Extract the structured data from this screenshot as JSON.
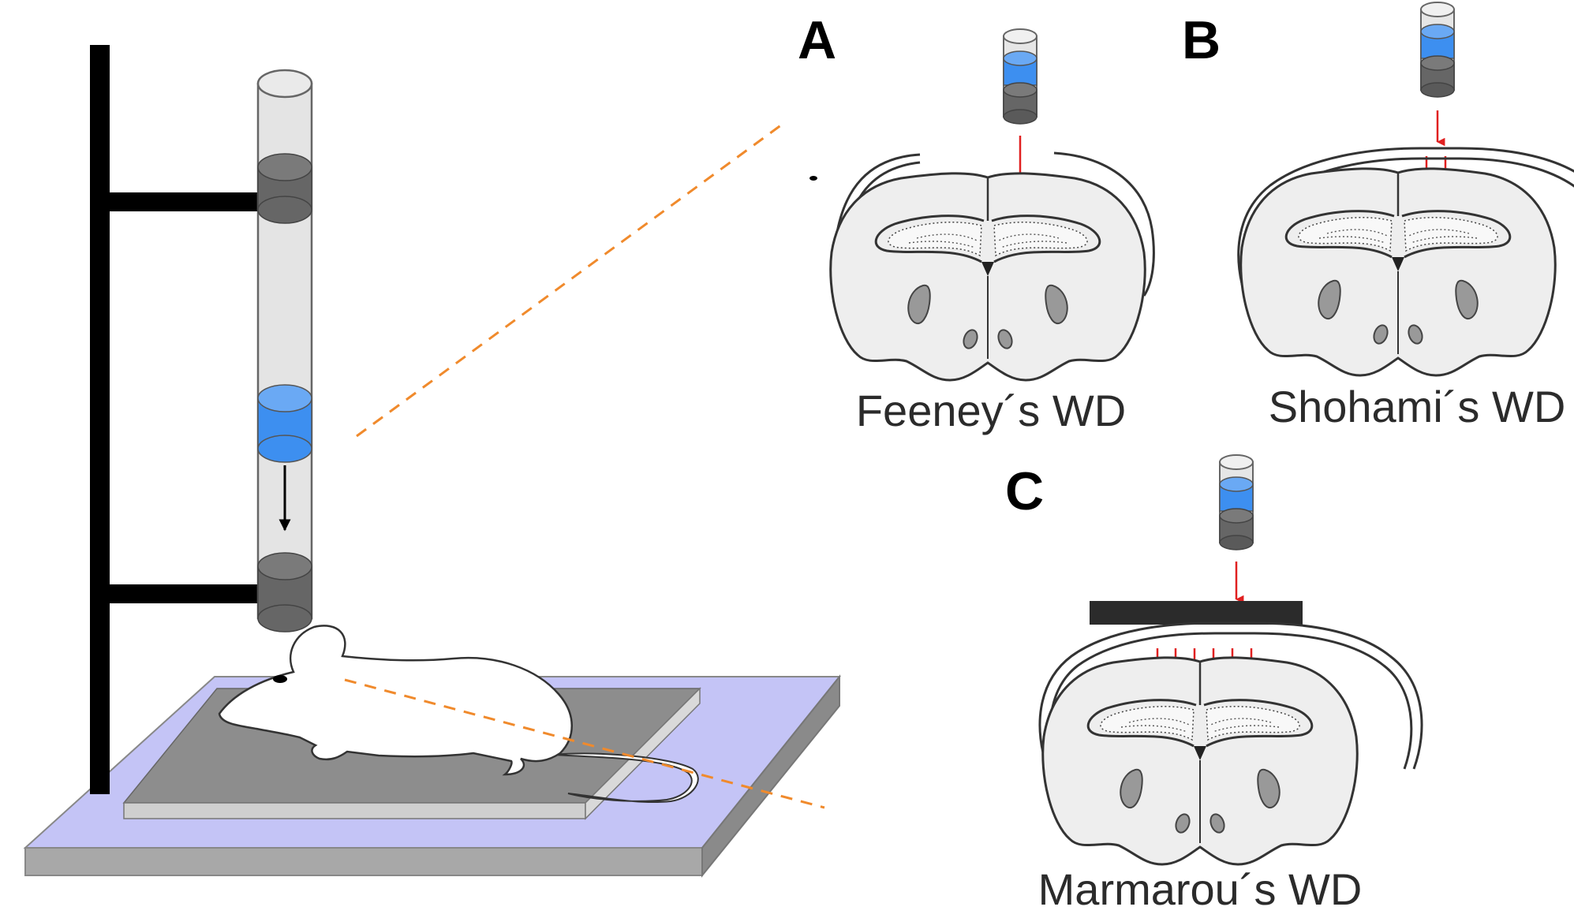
{
  "panels": {
    "a": {
      "letter": "A",
      "caption": "Feeney´s WD"
    },
    "b": {
      "letter": "B",
      "caption": "Shohami´s WD"
    },
    "c": {
      "letter": "C",
      "caption": "Marmarou´s WD"
    }
  },
  "colors": {
    "weight_blue": "#3d8ff0",
    "arrow_red": "#e02020",
    "guide_orange": "#f08a2c",
    "platform_lavender": "#c4c4f6",
    "tube_gray": "#e4e4e4",
    "brain_fill": "#eeeeee",
    "ring_dark": "#666666",
    "plate_dark": "#2b2b2b"
  }
}
